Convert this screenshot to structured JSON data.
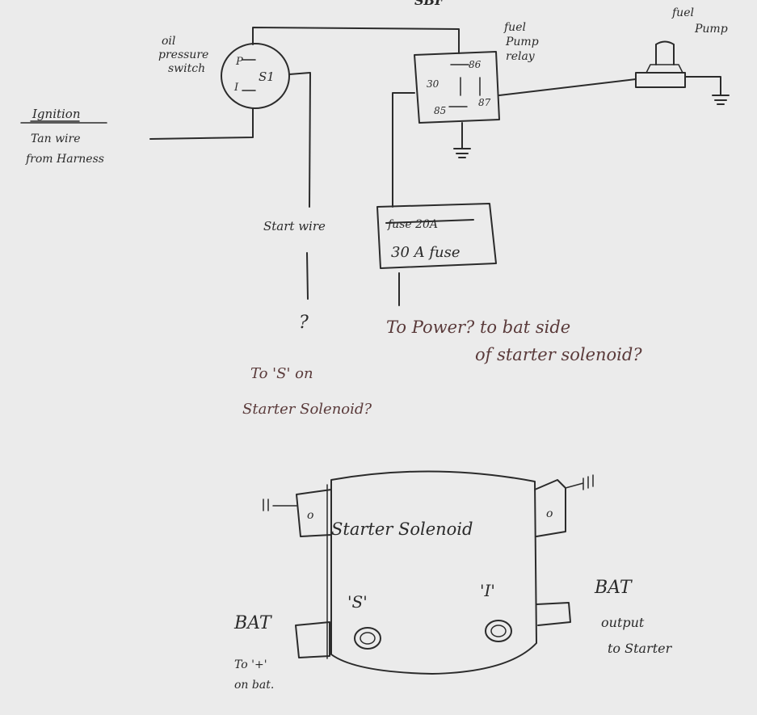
{
  "title_partial": "SBF",
  "components": {
    "fuel_pump": {
      "label": [
        "fuel",
        "Pump"
      ]
    },
    "oil_switch": {
      "label": [
        "oil",
        "pressure",
        "switch"
      ],
      "terminal_p": "P",
      "terminal_i": "I",
      "terminal_s1": "S1"
    },
    "relay": {
      "label": [
        "fuel",
        "Pump",
        "relay"
      ],
      "pin_86": "86",
      "pin_30": "30",
      "pin_85": "85",
      "pin_87": "87"
    },
    "ignition": {
      "label": [
        "Ignition",
        "Tan wire",
        "from Harness"
      ]
    },
    "fuse": {
      "struck_text": "fuse 20A",
      "label": "30 A fuse"
    },
    "start_wire": {
      "label": "Start wire",
      "question": "?"
    },
    "notes": {
      "to_s": [
        "To 'S' on",
        "Starter Solenoid?"
      ],
      "to_power": [
        "To Power? to bat side",
        "of starter solenoid?"
      ]
    },
    "solenoid": {
      "label": "Starter Solenoid",
      "post_left": "o",
      "post_right": "o",
      "terminal_s": "'S'",
      "terminal_i": "'I'",
      "bat_left": "BAT",
      "bat_left_note": [
        "To '+'",
        "on bat."
      ],
      "bat_right": "BAT",
      "bat_right_note": [
        "output",
        "to Starter"
      ]
    }
  }
}
